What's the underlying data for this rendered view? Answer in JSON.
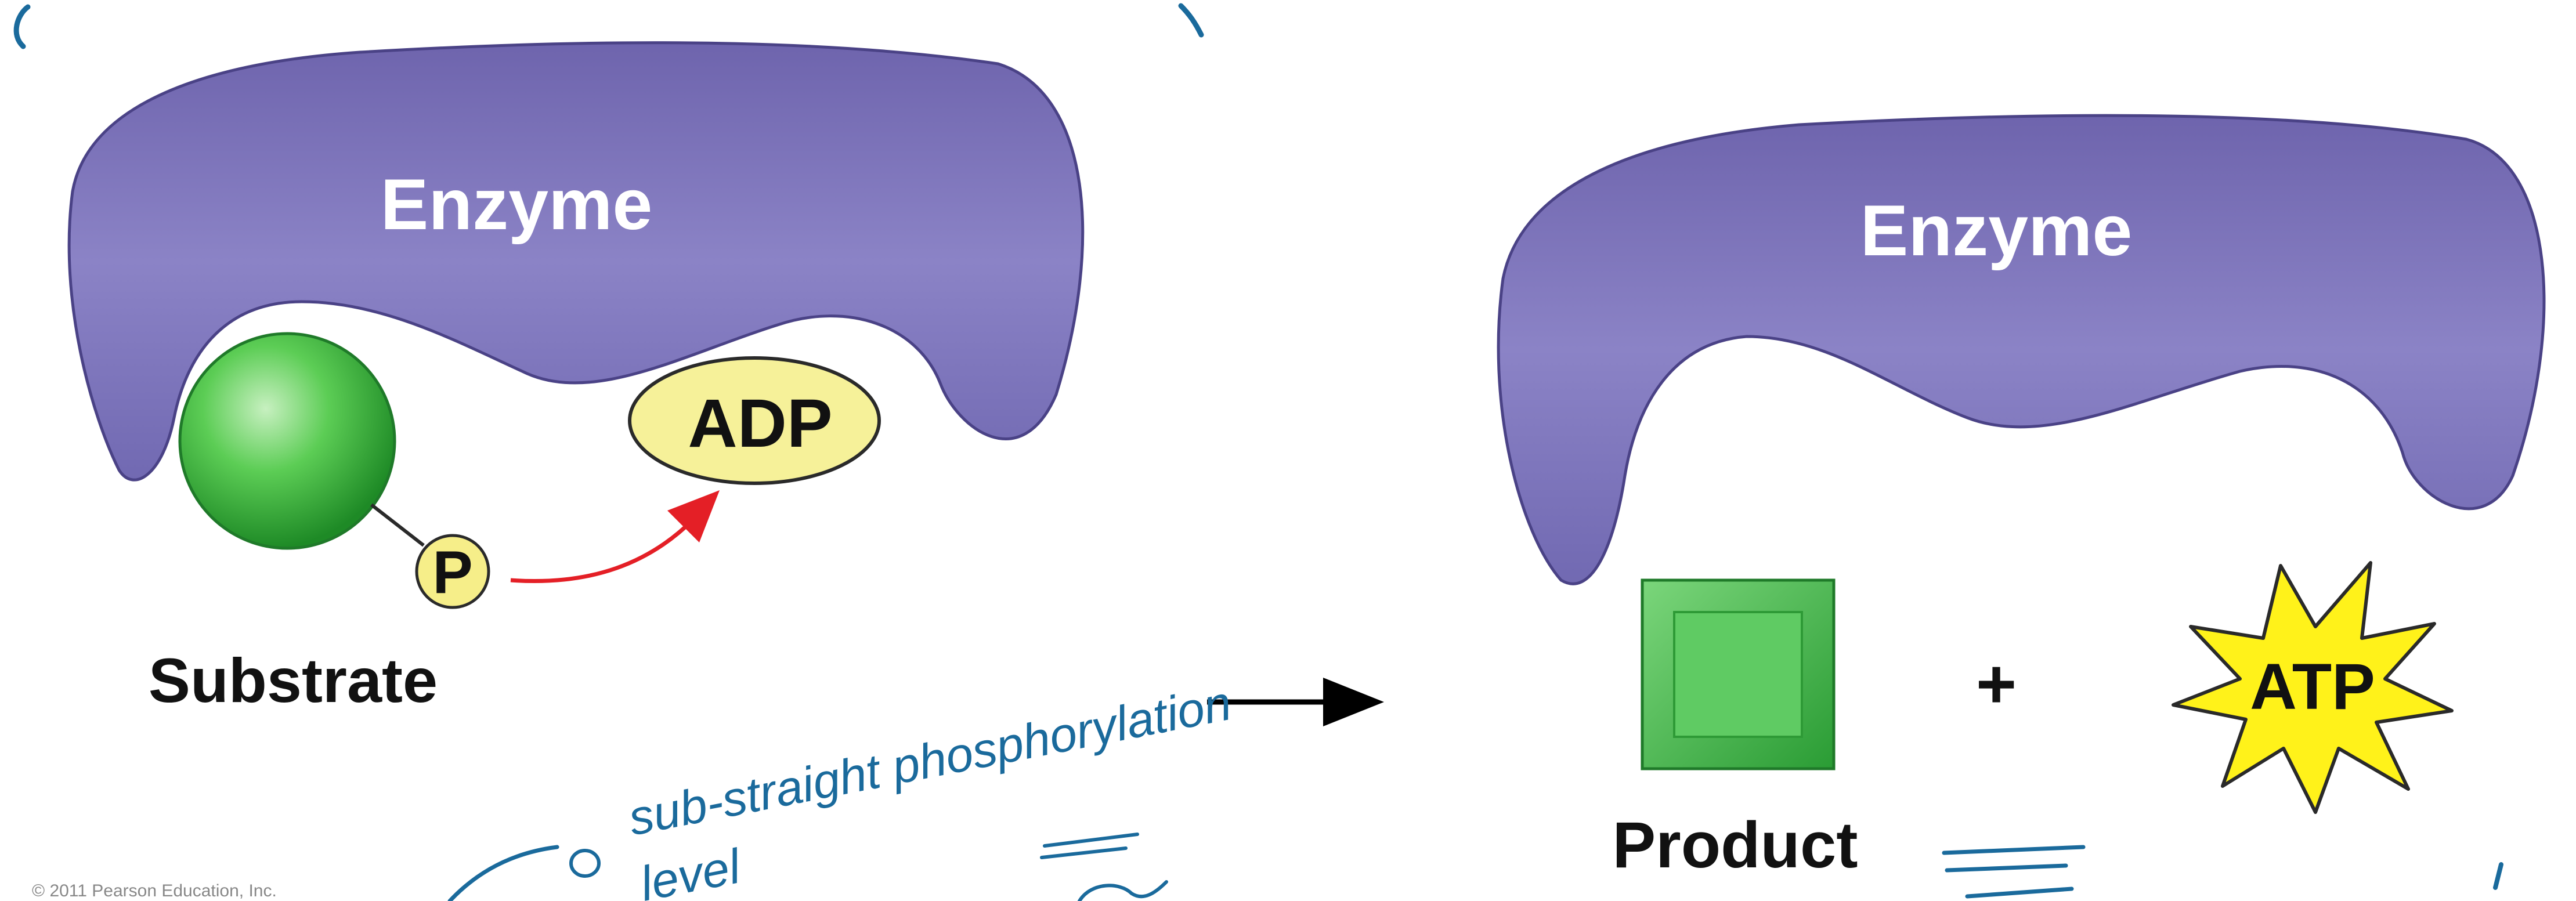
{
  "left_panel": {
    "enzyme_label": "Enzyme",
    "adp_label": "ADP",
    "phosphate_label": "P",
    "substrate_label": "Substrate"
  },
  "right_panel": {
    "enzyme_label": "Enzyme",
    "plus_sign": "+",
    "atp_label": "ATP",
    "product_label": "Product"
  },
  "copyright": "© 2011 Pearson Education, Inc.",
  "handwritten_notes": [
    "sub-straight phosphorylation",
    "level"
  ],
  "colors": {
    "enzyme": "#7f76bd",
    "substrate": "#45b845",
    "product": "#37b437",
    "adp": "#f6f199",
    "atp": "#fff21a",
    "transfer_arrow": "#e41f26",
    "handwriting": "#1a6a9c"
  }
}
